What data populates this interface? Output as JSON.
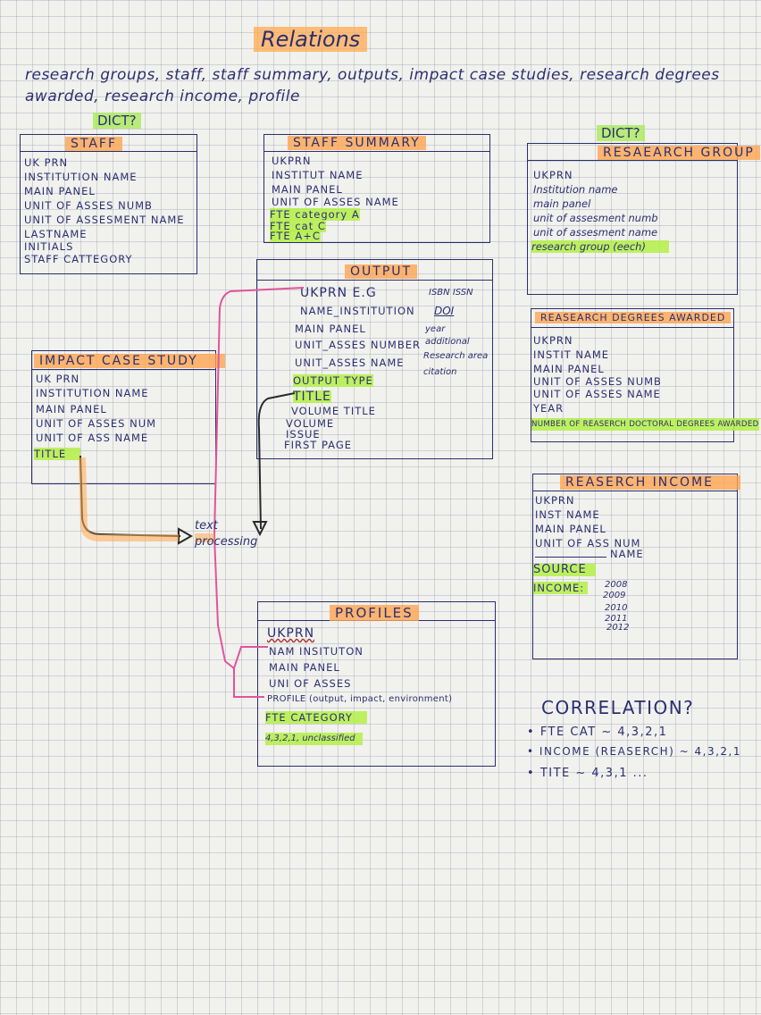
{
  "title": "Relations",
  "subtitle": "research groups, staff, staff summary, outputs, impact case studies, research degrees awarded, research income, profile",
  "dict_labels": [
    "DICT?",
    "DICT?"
  ],
  "staff": {
    "title": "STAFF",
    "fields": [
      "UK PRN",
      "INSTITUTION NAME",
      "MAIN PANEL",
      "UNIT OF ASSES NUMB",
      "UNIT OF ASSESMENT NAME",
      "LASTNAME",
      "INITIALS",
      "STAFF CATTEGORY"
    ]
  },
  "staff_summary": {
    "title": "STAFF SUMMARY",
    "fields": [
      "UKPRN",
      "INSTITUT NAME",
      "MAIN PANEL",
      "UNIT OF ASSES NAME",
      "FTE category A",
      "FTE cat C",
      "FTE A+C"
    ]
  },
  "research_group": {
    "title": "RESAEARCH GROUP",
    "fields": [
      "UKPRN",
      "Institution name",
      "main panel",
      "unit of assesment numb",
      "unit of assesment name",
      "research group (eech)"
    ]
  },
  "output": {
    "title": "OUTPUT",
    "fields": [
      "UKPRN E.G",
      "NAME_INSTITUTION",
      "MAIN PANEL",
      "UNIT_ASSES NUMBER",
      "UNIT_ASSES NAME",
      "OUTPUT TYPE",
      "TITLE",
      "VOLUME TITLE",
      "VOLUME",
      "ISSUE",
      "FIRST PAGE"
    ],
    "notes": [
      "ISBN ISSN",
      "DOI",
      "year",
      "additional",
      "Research area",
      "citation"
    ]
  },
  "impact_case_study": {
    "title": "IMPACT CASE STUDY",
    "fields": [
      "UK PRN",
      "INSTITUTION NAME",
      "MAIN PANEL",
      "UNIT OF ASSES NUM",
      "UNIT OF ASS NAME",
      "TITLE"
    ]
  },
  "research_degrees": {
    "title": "REASEARCH DEGREES AWARDED",
    "fields": [
      "UKPRN",
      "INSTIT NAME",
      "MAIN PANEL",
      "UNIT OF ASSES NUMB",
      "UNIT OF ASSES NAME",
      "YEAR",
      "NUMBER OF REASERCH DOCTORAL DEGREES AWARDED"
    ]
  },
  "research_income": {
    "title": "REASERCH INCOME",
    "fields": [
      "UKPRN",
      "INST NAME",
      "MAIN PANEL",
      "UNIT OF ASS NUM",
      "NAME",
      "SOURCE",
      "INCOME:"
    ],
    "years": [
      "2008",
      "2009",
      "2010",
      "2011",
      "2012"
    ]
  },
  "profiles": {
    "title": "PROFILES",
    "fields": [
      "UKPRN",
      "NAM INSITUTON",
      "MAIN PANEL",
      "UNI OF ASSES",
      "PROFILE (output, impact, environment)",
      "FTE CATEGORY",
      "4,3,2,1, unclassified"
    ]
  },
  "text_processing": "text processing",
  "correlation": {
    "title": "CORRELATION?",
    "items": [
      "FTE CAT ~ 4,3,2,1",
      "INCOME (REASERCH) ~ 4,3,2,1",
      "TITE ~ 4,3,1 ..."
    ]
  },
  "colors": {
    "ink": "#2b2f6b",
    "highlight_orange": "#ffaa50",
    "highlight_green": "#b4f046",
    "connector_pink": "#e0559a",
    "connector_dark": "#2a2a2a"
  }
}
